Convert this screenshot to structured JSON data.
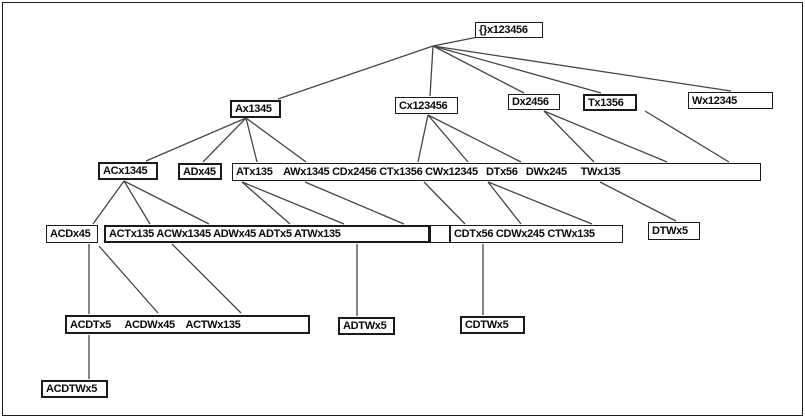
{
  "diagram": {
    "description": "Concept lattice of attribute combinations A, C, D, T, W over objects 1-6",
    "colors": {
      "background": "#ffffff",
      "box_border": "#1a1a1a",
      "line": "#454545",
      "text": "#0a0a0a"
    },
    "nodes": {
      "root": "{}x123456",
      "a": "Ax1345",
      "c": "Cx123456",
      "d": "Dx2456",
      "t": "Tx1356",
      "w": "Wx12345",
      "ac": "ACx1345",
      "ad": "ADx45",
      "l2group": "ATx135    AWx1345 CDx2456 CTx1356 CWx12345   DTx56   DWx245     TWx135",
      "acd": "ACDx45",
      "l3group": "ACTx135 ACWx1345 ADWx45 ADTx5 ATWx135",
      "l3empty": "",
      "cdgroup": "CDTx56 CDWx245 CTWx135",
      "dtw": "DTWx5",
      "l4group": "ACDTx5     ACDWx45    ACTWx135",
      "adtw": "ADTWx5",
      "cdtw": "CDTWx5",
      "acdtw": "ACDTWx5"
    }
  }
}
